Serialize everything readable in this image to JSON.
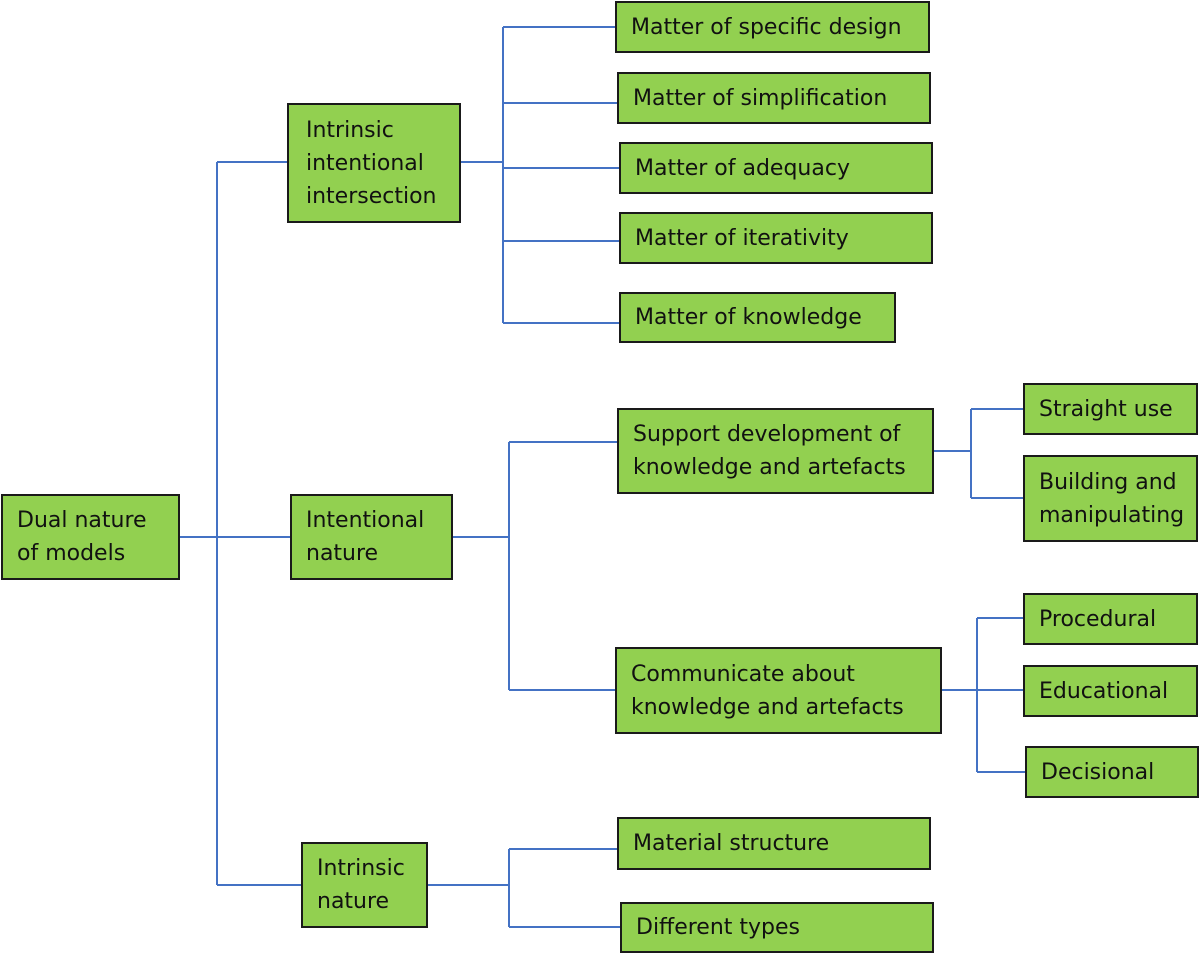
{
  "colors": {
    "box_fill": "#92d050",
    "box_border": "#1a1a1a",
    "connector": "#4472c4",
    "text": "#111111"
  },
  "root": {
    "label": "Dual nature\nof models"
  },
  "branches": {
    "intrinsic_intentional": {
      "label": "Intrinsic\nintentional\nintersection"
    },
    "intentional": {
      "label": "Intentional\nnature"
    },
    "intrinsic": {
      "label": "Intrinsic\nnature"
    }
  },
  "matters": [
    {
      "label": "Matter of specific design"
    },
    {
      "label": "Matter of simplification"
    },
    {
      "label": "Matter of adequacy"
    },
    {
      "label": "Matter of iterativity"
    },
    {
      "label": "Matter of knowledge"
    }
  ],
  "intentional_children": {
    "support": {
      "label": "Support development of\nknowledge and artefacts"
    },
    "communicate": {
      "label": "Communicate about\nknowledge and artefacts"
    }
  },
  "support_children": [
    {
      "label": "Straight use"
    },
    {
      "label": "Building and\nmanipulating"
    }
  ],
  "communicate_children": [
    {
      "label": "Procedural"
    },
    {
      "label": "Educational"
    },
    {
      "label": "Decisional"
    }
  ],
  "intrinsic_children": [
    {
      "label": "Material structure"
    },
    {
      "label": "Different types"
    }
  ]
}
